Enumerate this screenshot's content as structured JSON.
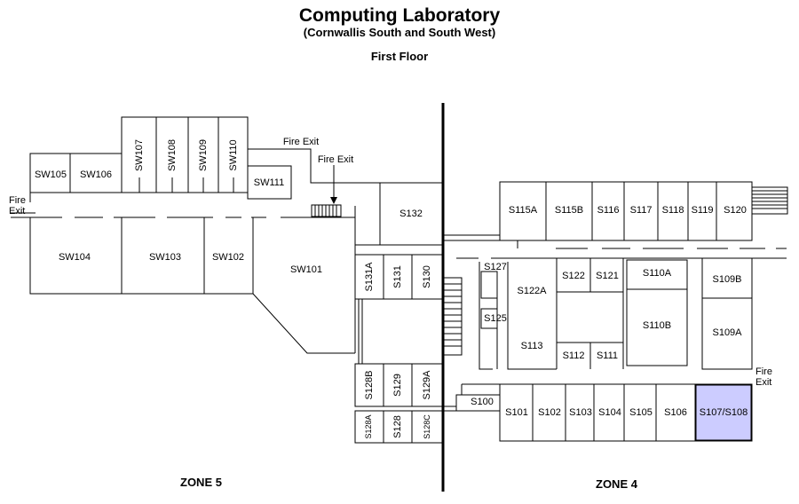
{
  "header": {
    "title": "Computing Laboratory",
    "subtitle": "(Cornwallis South and South West)",
    "floor": "First Floor"
  },
  "rooms": {
    "sw105": "SW105",
    "sw106": "SW106",
    "sw107": "SW107",
    "sw108": "SW108",
    "sw109": "SW109",
    "sw110": "SW110",
    "sw111": "SW111",
    "sw104": "SW104",
    "sw103": "SW103",
    "sw102": "SW102",
    "sw101": "SW101",
    "s132": "S132",
    "s131a": "S131A",
    "s131": "S131",
    "s130": "S130",
    "s128b": "S128B",
    "s129": "S129",
    "s129a": "S129A",
    "s128a": "S128A",
    "s128": "S128",
    "s128c": "S128C",
    "s115a": "S115A",
    "s115b": "S115B",
    "s116": "S116",
    "s117": "S117",
    "s118": "S118",
    "s119": "S119",
    "s120": "S120",
    "s127": "S127",
    "s122a": "S122A",
    "s125": "S125",
    "s113": "S113",
    "s122": "S122",
    "s121": "S121",
    "s110a": "S110A",
    "s110b": "S110B",
    "s112": "S112",
    "s111": "S111",
    "s109b": "S109B",
    "s109a": "S109A",
    "s100": "S100",
    "s101": "S101",
    "s102": "S102",
    "s103": "S103",
    "s104": "S104",
    "s105": "S105",
    "s106": "S106",
    "s107_108": "S107/S108"
  },
  "labels": {
    "fire_exit_top": "Fire Exit",
    "fire_exit_stair": "Fire Exit",
    "fire_exit_left_1": "Fire",
    "fire_exit_left_2": "Exit",
    "fire_exit_right_1": "Fire",
    "fire_exit_right_2": "Exit"
  },
  "zones": {
    "left": "ZONE 5",
    "right": "ZONE 4"
  },
  "highlight_color": "#ccccff"
}
